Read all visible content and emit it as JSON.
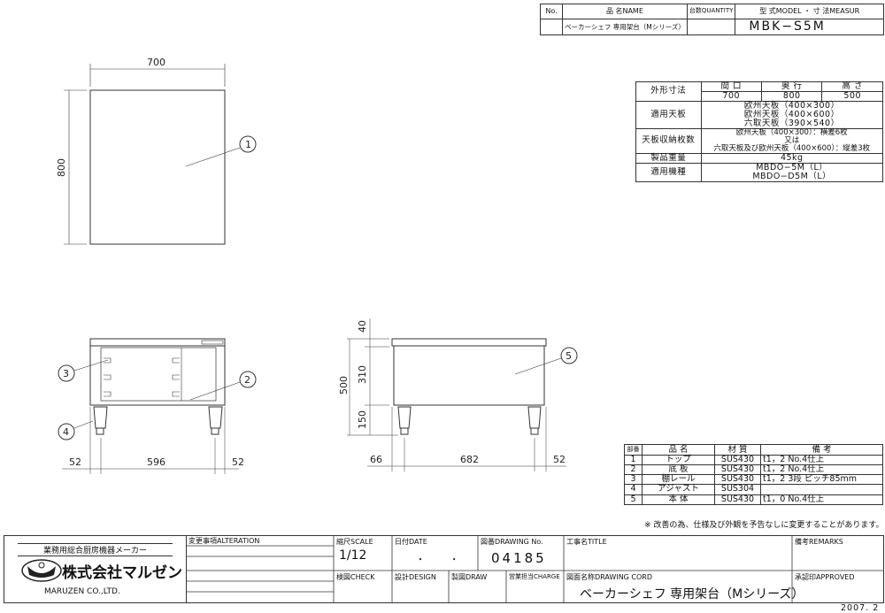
{
  "header": {
    "no_label": "No.",
    "name_label": "品 名NAME",
    "qty_label": "台数QUANTITY",
    "model_label": "型 式MODEL ・ 寸 法MEASUR",
    "name_value": "ベーカーシェフ 専用架台（Mシリーズ）",
    "model_value": "MBK−S5M"
  },
  "drawing": {
    "top_width": "700",
    "top_depth": "800",
    "balloons": [
      "1",
      "2",
      "3",
      "4",
      "5"
    ],
    "front_dims": [
      "52",
      "596",
      "52"
    ],
    "side_dims": [
      "66",
      "682",
      "52"
    ],
    "side_heights": [
      "40",
      "310",
      "150"
    ],
    "total_height": "500"
  },
  "spec": {
    "outer_dim_label": "外形寸法",
    "cols": [
      "間 口",
      "奥 行",
      "高 さ"
    ],
    "vals": [
      "700",
      "800",
      "500"
    ],
    "pan_label": "適用天板",
    "pans": [
      "欧州天板（400×300）",
      "欧州天板（400×600）",
      "六取天板（390×540）"
    ],
    "capacity_label": "天板収納枚数",
    "capacity": [
      "欧州天板（400×300）：横差6枚",
      "又は",
      "六取天板及び欧州天板（400×600）：縦差3枚"
    ],
    "weight_label": "製品重量",
    "weight": "45kg",
    "models_label": "適用機種",
    "models": [
      "MBDO−5M（L）",
      "MBDO−D5M（L）"
    ]
  },
  "parts": {
    "headers": [
      "部番",
      "品 名",
      "材 質",
      "備 考"
    ],
    "rows": [
      [
        "1",
        "トップ",
        "SUS430",
        "t1，2 No.4仕上"
      ],
      [
        "2",
        "底 板",
        "SUS430",
        "t1，2 No.4仕上"
      ],
      [
        "3",
        "棚レール",
        "SUS430",
        "t1，2 3段 ピッチ85mm"
      ],
      [
        "4",
        "アジャスト",
        "SUS304",
        ""
      ],
      [
        "5",
        "本 体",
        "SUS430",
        "t1，0 No.4仕上"
      ]
    ],
    "note": "※ 改善の為、仕様及び外観を予告なしに変更することがあります。"
  },
  "title_block": {
    "company_tagline": "業務用総合厨房機器メーカー",
    "company_jp": "株式会社マルゼン",
    "company_en": "MARUZEN CO.,LTD.",
    "alteration": "変更事項ALTERATION",
    "scale_label": "縮尺SCALE",
    "scale": "1/12",
    "date_label": "日付DATE",
    "date_value": "・ ・",
    "drawing_no_label": "図番DRAWING No.",
    "drawing_no": "04185",
    "title_label": "工事名TITLE",
    "remarks_label": "備考REMARKS",
    "check_label": "検図CHECK",
    "design_label": "設計DESIGN",
    "draw_label": "製図DRAW",
    "charge_label": "営業担当CHARGE",
    "cord_label": "図面名称DRAWING CORD",
    "cord_value": "ベーカーシェフ 専用架台（Mシリーズ）",
    "approved_label": "承認印APPROVED",
    "revision_date": "2007. 2"
  }
}
